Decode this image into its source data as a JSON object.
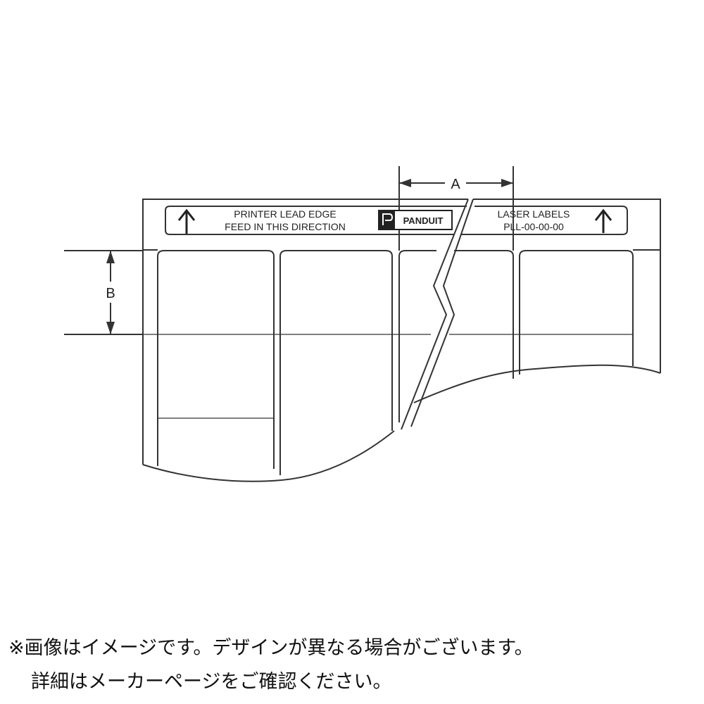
{
  "diagram": {
    "header_left_line1": "PRINTER LEAD EDGE",
    "header_left_line2": "FEED IN THIS DIRECTION",
    "logo_text": "PANDUIT",
    "header_right_line1": "LASER LABELS",
    "header_right_line2": "PLL-00-00-00",
    "dimension_a": "A",
    "dimension_b": "B",
    "arrow_icon": "up-arrow-icon"
  },
  "notes": {
    "line1": "※画像はイメージです。デザインが異なる場合がございます。",
    "line2": "詳細はメーカーページをご確認ください。"
  }
}
